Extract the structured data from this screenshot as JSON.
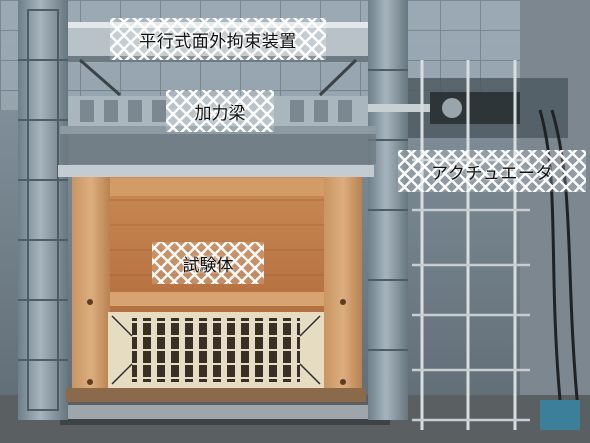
{
  "labels": {
    "restraint_device": "平行式面外拘束装置",
    "loading_beam": "加力梁",
    "actuator": "アクチュエータ",
    "specimen": "試験体"
  }
}
